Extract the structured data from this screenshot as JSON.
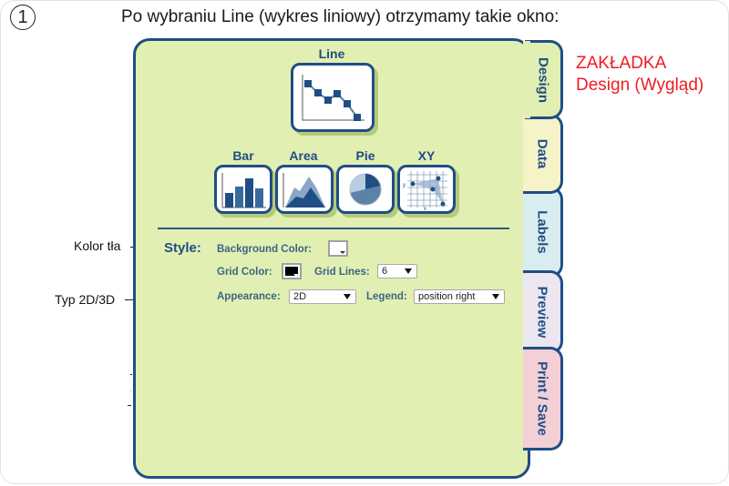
{
  "step_number": "1",
  "headline": "Po wybraniu Line (wykres liniowy) otrzymamy takie okno:",
  "annotation_tab": {
    "line1": "ZAKŁADKA",
    "line2": "Design (Wygląd)",
    "color": "#ee1c24"
  },
  "annotations": {
    "background_color": "Kolor tła",
    "type_2d_3d": "Typ 2D/3D"
  },
  "chart_types": {
    "selected": "Line",
    "line": {
      "label": "Line",
      "icon": "line-chart-icon"
    },
    "others": [
      {
        "label": "Bar",
        "icon": "bar-chart-icon"
      },
      {
        "label": "Area",
        "icon": "area-chart-icon"
      },
      {
        "label": "Pie",
        "icon": "pie-chart-icon"
      },
      {
        "label": "XY",
        "icon": "xy-chart-icon"
      }
    ]
  },
  "style": {
    "label": "Style:",
    "background_color": {
      "label": "Background Color:",
      "value": "#ffffff"
    },
    "grid_color": {
      "label": "Grid Color:",
      "value": "#000000"
    },
    "grid_lines": {
      "label": "Grid Lines:",
      "value": "6"
    },
    "appearance": {
      "label": "Appearance:",
      "value": "2D"
    },
    "legend": {
      "label": "Legend:",
      "value": "position right"
    }
  },
  "tabs": [
    {
      "label": "Design",
      "active": true,
      "color": "#e2efb2"
    },
    {
      "label": "Data",
      "active": false,
      "color": "#f6f3c8"
    },
    {
      "label": "Labels",
      "active": false,
      "color": "#d9ecef"
    },
    {
      "label": "Preview",
      "active": false,
      "color": "#ebe6f0"
    },
    {
      "label": "Print / Save",
      "active": false,
      "color": "#f3cfd6"
    }
  ],
  "colors": {
    "panel_bg": "#e2efb2",
    "accent_blue": "#1f4e85"
  }
}
